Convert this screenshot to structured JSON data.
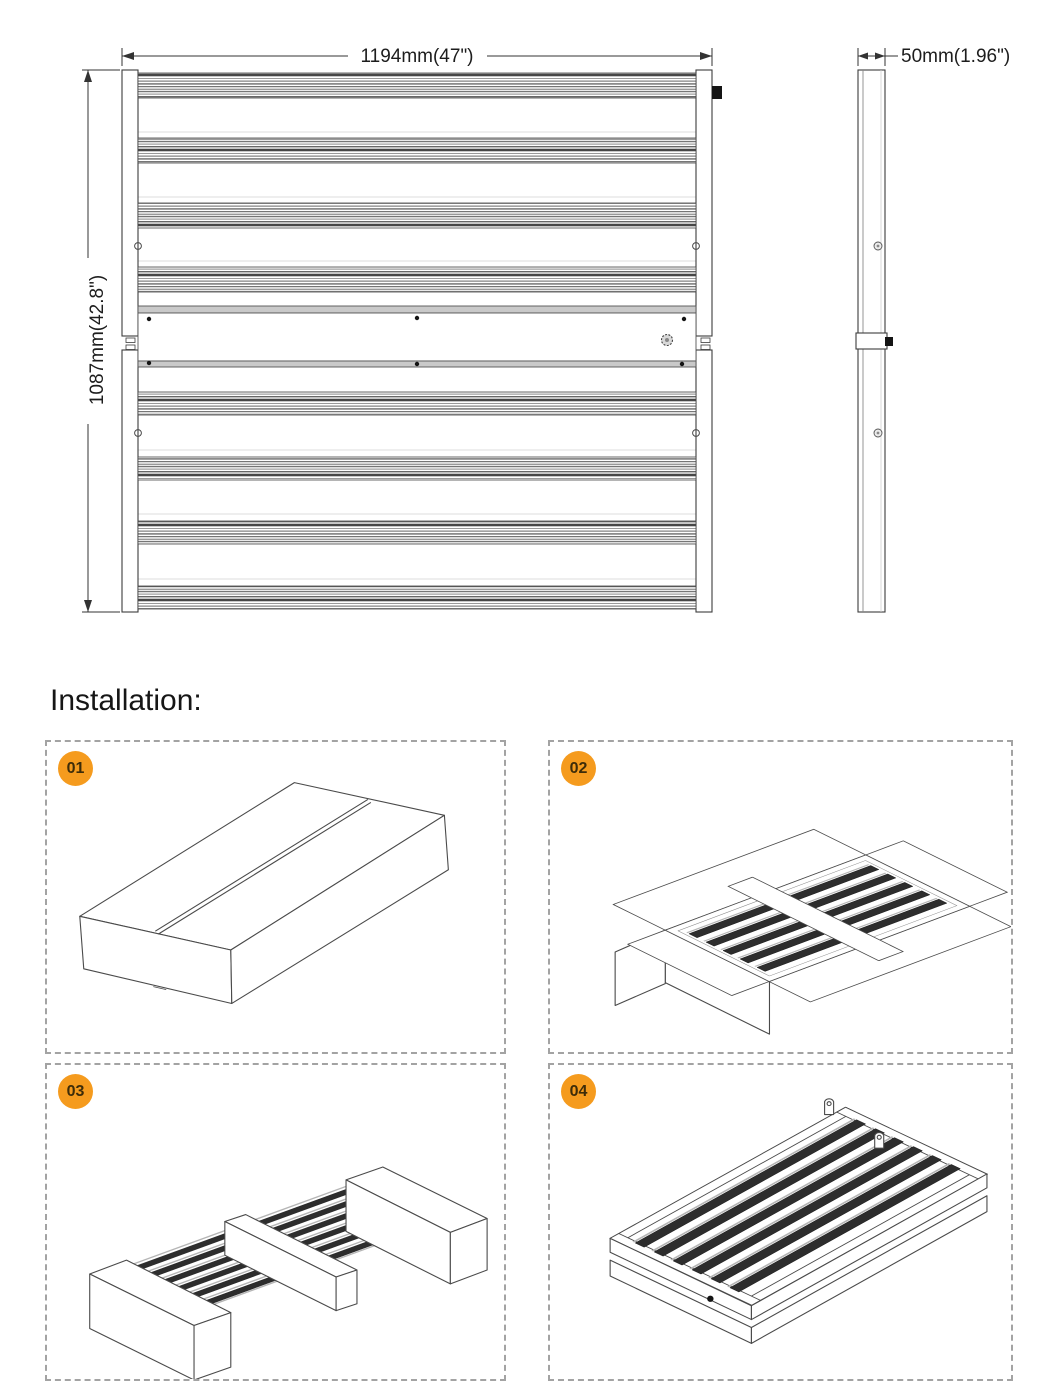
{
  "drawing": {
    "width_label": "1194mm(47\")",
    "depth_label": "50mm(1.96\")",
    "height_label": "1087mm(42.8\")"
  },
  "installation": {
    "heading": "Installation:",
    "steps": [
      {
        "number": "01"
      },
      {
        "number": "02"
      },
      {
        "number": "03"
      },
      {
        "number": "04"
      }
    ]
  },
  "colors": {
    "accent": "#f59b1e",
    "line": "#3c3c3c"
  }
}
